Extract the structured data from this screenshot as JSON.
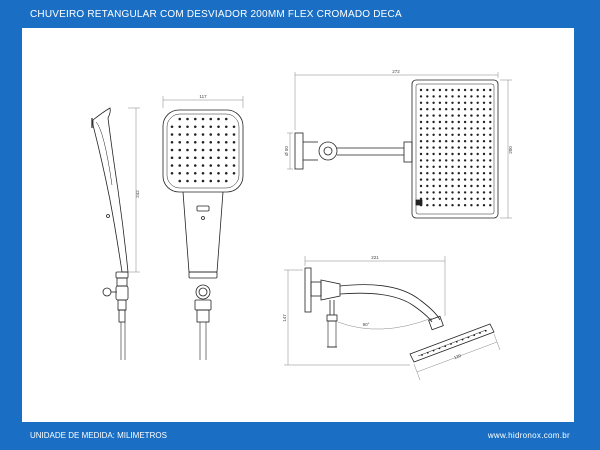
{
  "header": {
    "title": "CHUVEIRO RETANGULAR COM DESVIADOR 200MM FLEX CROMADO DECA"
  },
  "footer": {
    "unit_label": "UNIDADE DE MEDIDA: MILIMETROS",
    "website": "www.hidronox.com.br"
  },
  "dimensions": {
    "handset_width": "117",
    "handset_length": "242",
    "arm_length_top": "272",
    "head_height": "200",
    "wall_flange": "Ø 50",
    "arm_length_bottom": "221",
    "drop_height": "147",
    "angle": "90°",
    "head_width_bottom": "120"
  },
  "colors": {
    "background": "#1a6fc4",
    "sheet": "#ffffff",
    "line": "#222222",
    "dimension": "#666666"
  }
}
